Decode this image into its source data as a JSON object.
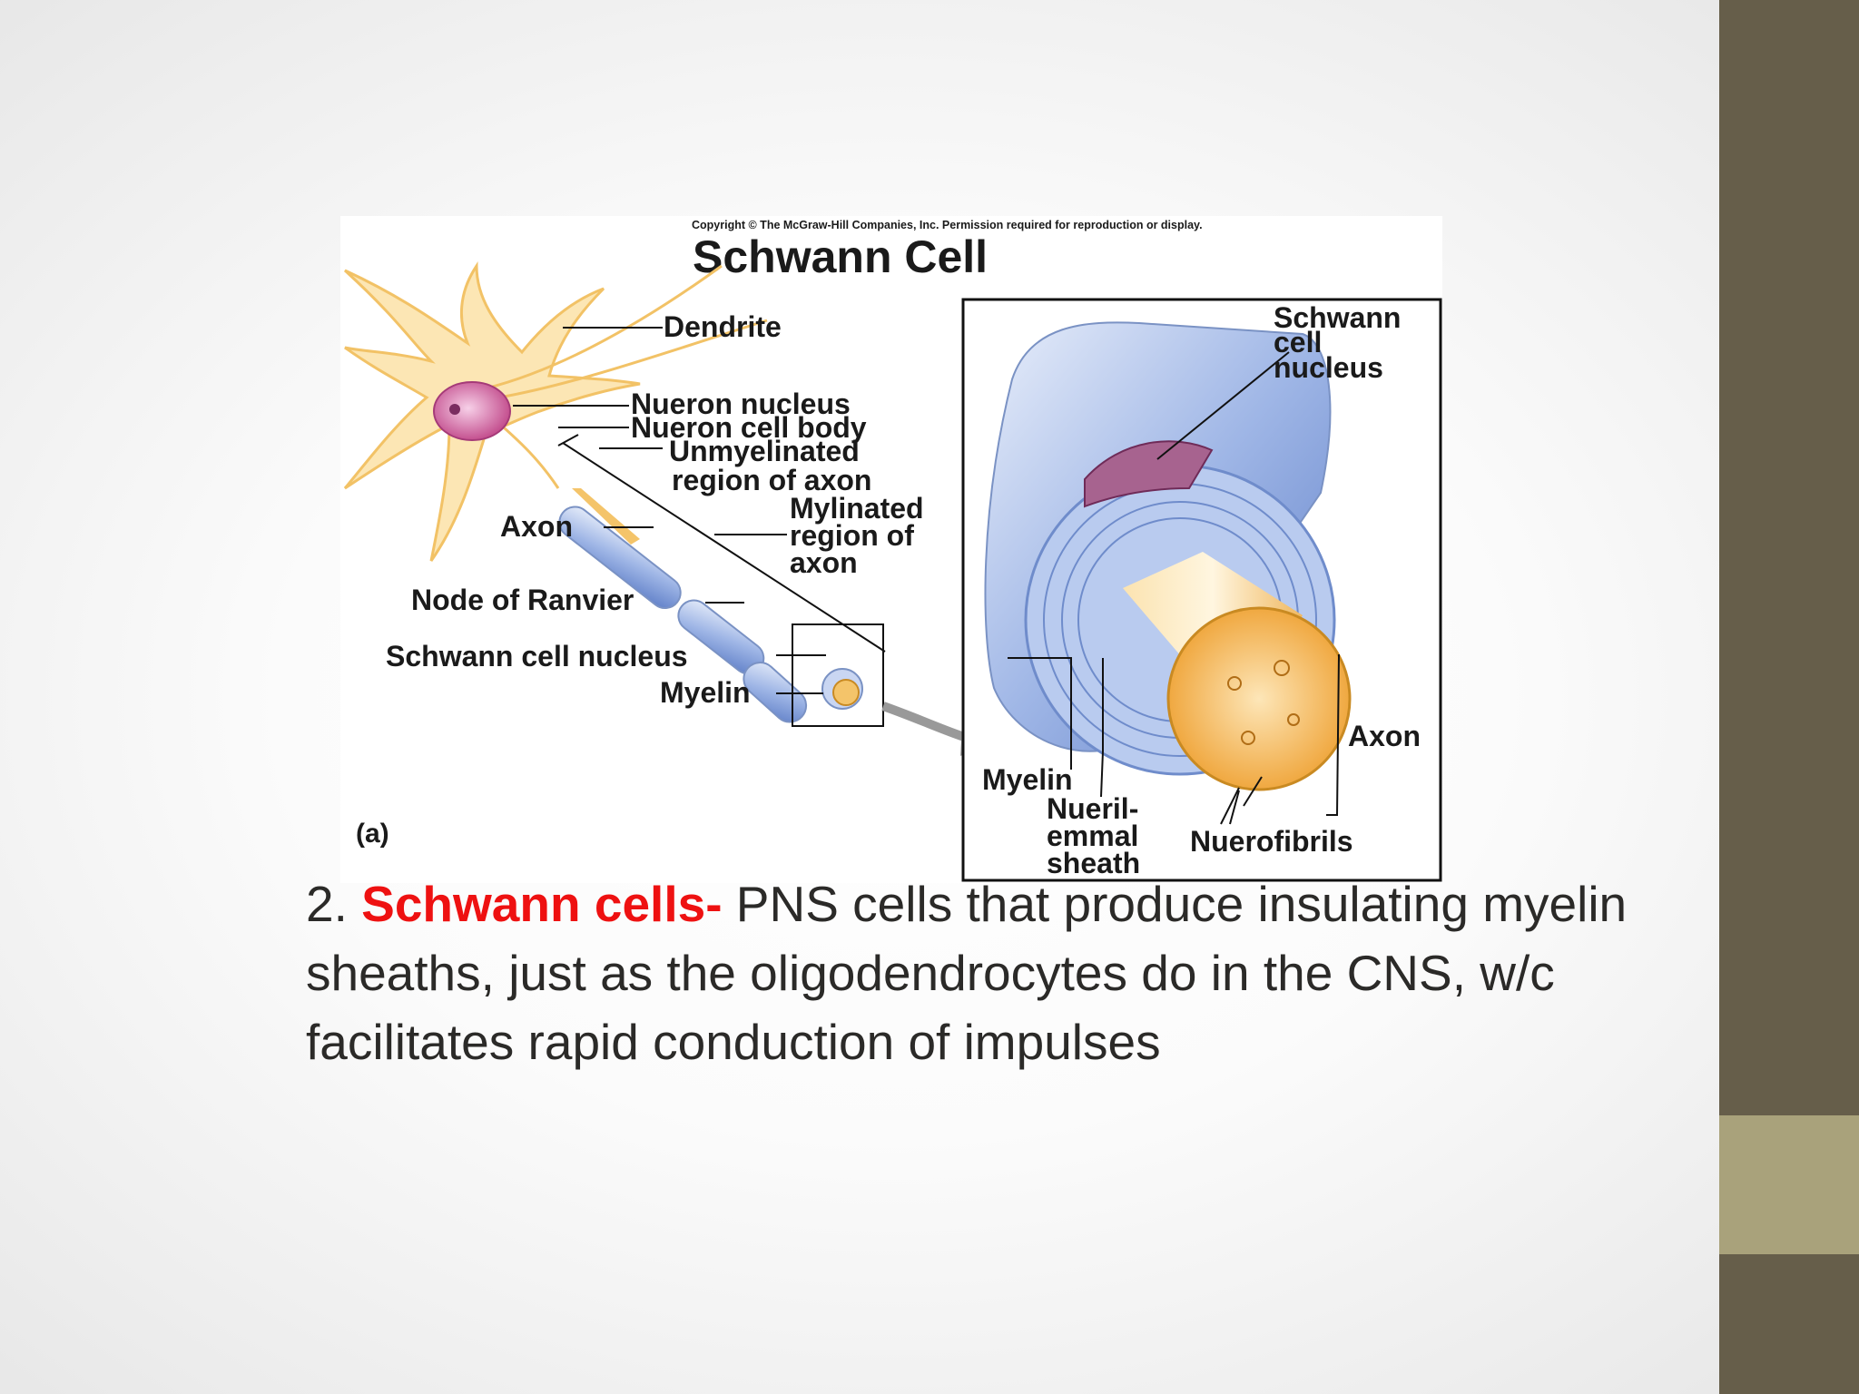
{
  "slide": {
    "colors": {
      "accent_dark": "#665e4a",
      "accent_light": "#a9a27b",
      "term_red": "#ee1111"
    }
  },
  "figure": {
    "copyright": "Copyright © The McGraw-Hill Companies, Inc. Permission required for reproduction or display.",
    "title": "Schwann Cell",
    "panel_label": "(a)",
    "labels": {
      "dendrite": "Dendrite",
      "neuron_nucleus": "Nueron nucleus",
      "neuron_cell_body": "Nueron cell body",
      "unmyelinated_1": "Unmyelinated",
      "unmyelinated_2": "region of axon",
      "axon_left": "Axon",
      "mylinated_1": "Mylinated",
      "mylinated_2": "region of",
      "mylinated_3": "axon",
      "node_of_ranvier": "Node of Ranvier",
      "schwann_cell_nucleus_left": "Schwann cell nucleus",
      "myelin_left": "Myelin",
      "schwann_1": "Schwann",
      "schwann_2": "cell",
      "schwann_3": "nucleus",
      "axon_right": "Axon",
      "myelin_right": "Myelin",
      "neurilemmal_1": "Nueril-",
      "neurilemmal_2": "emmal",
      "neurilemmal_3": "sheath",
      "neurofibrils": "Nuerofibrils"
    }
  },
  "text": {
    "number": "2.",
    "term": "Schwann cells-",
    "line1_rest": " PNS cells that produce insulating myelin",
    "line2": "sheaths, just as the oligodendrocytes do in the CNS, w/c",
    "line3": "facilitates rapid conduction of impulses"
  }
}
